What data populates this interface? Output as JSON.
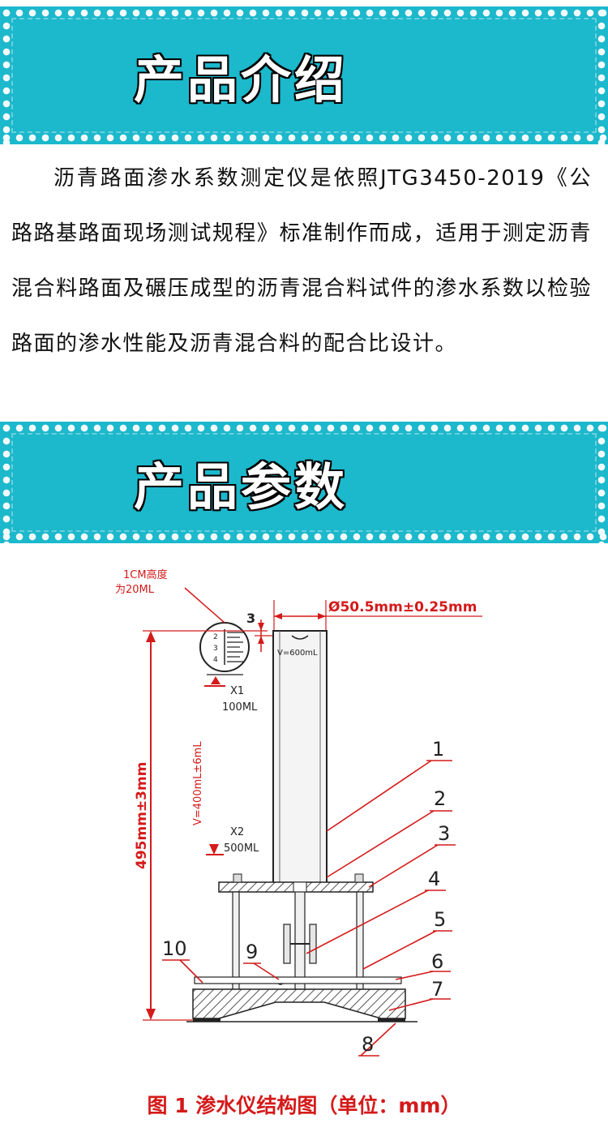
{
  "sections": {
    "intro": {
      "title": "产品介绍"
    },
    "params": {
      "title": "产品参数"
    }
  },
  "intro_paragraph": "沥青路面渗水系数测定仪是依照JTG3450-2019《公路路基路面现场测试规程》标准制作而成，适用于测定沥青混合料路面及碾压成型的沥青混合料试件的渗水系数以检验路面的渗水性能及沥青混合料的配合比设计。",
  "diagram": {
    "labels": {
      "mark_1cm": "1CM高度",
      "mark_20ml": "为20ML",
      "dim_gap": "3",
      "dim_diameter": "Ø50.5mm±0.25mm",
      "volume_top": "V=600mL",
      "x1": "X1",
      "x1_ml": "100ML",
      "volume_mid": "V=400mL±6mL",
      "x2": "X2",
      "x2_ml": "500ML",
      "height": "495mm±3mm"
    },
    "parts": [
      "1",
      "2",
      "3",
      "4",
      "5",
      "6",
      "7",
      "8",
      "9",
      "10"
    ],
    "caption": "图 1 渗水仪结构图（单位：mm）",
    "colors": {
      "annotation": "#d41a1a",
      "drawing": "#333333"
    }
  },
  "colors": {
    "banner": "#1cb8cc",
    "text": "#111111"
  }
}
